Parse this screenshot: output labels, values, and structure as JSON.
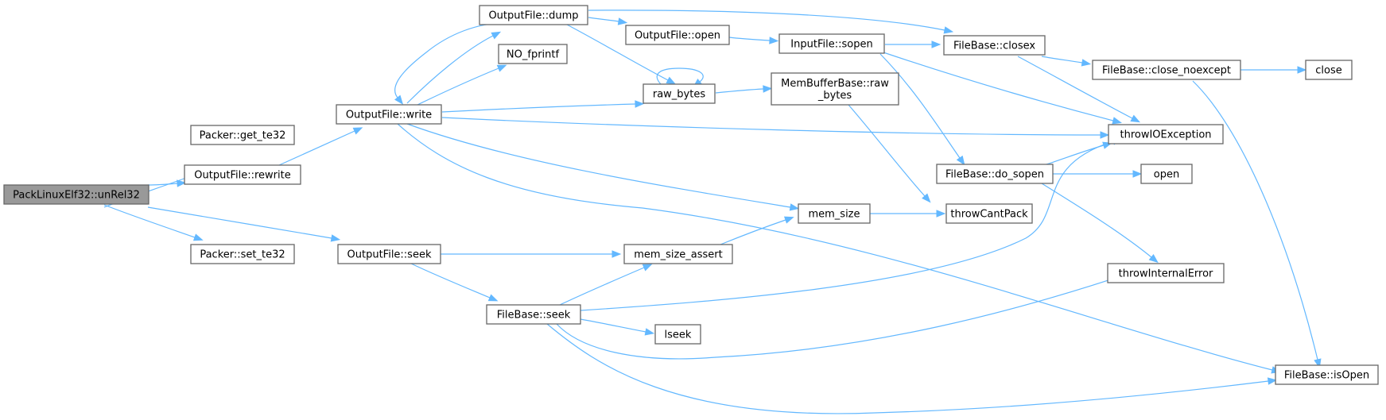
{
  "graph": {
    "colors": {
      "edge": "#63b8ff",
      "node_border": "#666666",
      "root_fill": "#999999",
      "node_fill": "#ffffff"
    },
    "nodes": [
      {
        "id": "unrel32",
        "label": "PackLinuxElf32::unRel32",
        "root": true
      },
      {
        "id": "get_te32",
        "label": "Packer::get_te32"
      },
      {
        "id": "rewrite",
        "label": "OutputFile::rewrite"
      },
      {
        "id": "set_te32",
        "label": "Packer::set_te32"
      },
      {
        "id": "of_write",
        "label": "OutputFile::write"
      },
      {
        "id": "of_seek",
        "label": "OutputFile::seek"
      },
      {
        "id": "of_dump",
        "label": "OutputFile::dump"
      },
      {
        "id": "no_fprintf",
        "label": "NO_fprintf"
      },
      {
        "id": "of_open",
        "label": "OutputFile::open"
      },
      {
        "id": "raw_bytes",
        "label": "raw_bytes"
      },
      {
        "id": "mbb_raw",
        "label": [
          "MemBufferBase::raw",
          "_bytes"
        ]
      },
      {
        "id": "if_sopen",
        "label": "InputFile::sopen"
      },
      {
        "id": "fb_closex",
        "label": "FileBase::closex"
      },
      {
        "id": "fb_close_noexcept",
        "label": "FileBase::close_noexcept"
      },
      {
        "id": "close",
        "label": "close"
      },
      {
        "id": "throwio",
        "label": "throwIOException"
      },
      {
        "id": "fb_do_sopen",
        "label": "FileBase::do_sopen"
      },
      {
        "id": "open",
        "label": "open"
      },
      {
        "id": "mem_size",
        "label": "mem_size"
      },
      {
        "id": "throwcantpack",
        "label": "throwCantPack"
      },
      {
        "id": "mem_size_assert",
        "label": "mem_size_assert"
      },
      {
        "id": "fb_seek",
        "label": "FileBase::seek"
      },
      {
        "id": "lseek",
        "label": "lseek"
      },
      {
        "id": "throwinternal",
        "label": "throwInternalError"
      },
      {
        "id": "fb_isopen",
        "label": "FileBase::isOpen"
      }
    ],
    "edges": [
      {
        "from": "unrel32",
        "to": "get_te32"
      },
      {
        "from": "unrel32",
        "to": "rewrite"
      },
      {
        "from": "unrel32",
        "to": "set_te32"
      },
      {
        "from": "unrel32",
        "to": "of_seek"
      },
      {
        "from": "rewrite",
        "to": "of_write"
      },
      {
        "from": "of_write",
        "to": "of_dump"
      },
      {
        "from": "of_dump",
        "to": "of_write"
      },
      {
        "from": "of_write",
        "to": "no_fprintf"
      },
      {
        "from": "of_write",
        "to": "raw_bytes"
      },
      {
        "from": "of_write",
        "to": "throwio"
      },
      {
        "from": "of_write",
        "to": "mem_size"
      },
      {
        "from": "of_write",
        "to": "fb_isopen"
      },
      {
        "from": "of_dump",
        "to": "of_open"
      },
      {
        "from": "of_dump",
        "to": "fb_closex"
      },
      {
        "from": "of_dump",
        "to": "raw_bytes"
      },
      {
        "from": "of_open",
        "to": "if_sopen"
      },
      {
        "from": "if_sopen",
        "to": "fb_closex"
      },
      {
        "from": "if_sopen",
        "to": "throwio"
      },
      {
        "from": "if_sopen",
        "to": "fb_do_sopen"
      },
      {
        "from": "raw_bytes",
        "to": "raw_bytes"
      },
      {
        "from": "raw_bytes",
        "to": "mbb_raw"
      },
      {
        "from": "mbb_raw",
        "to": "throwcantpack"
      },
      {
        "from": "fb_closex",
        "to": "fb_close_noexcept"
      },
      {
        "from": "fb_closex",
        "to": "throwio"
      },
      {
        "from": "fb_close_noexcept",
        "to": "close"
      },
      {
        "from": "fb_close_noexcept",
        "to": "fb_isopen"
      },
      {
        "from": "fb_do_sopen",
        "to": "throwio"
      },
      {
        "from": "fb_do_sopen",
        "to": "open"
      },
      {
        "from": "fb_do_sopen",
        "to": "throwinternal"
      },
      {
        "from": "mem_size",
        "to": "throwcantpack"
      },
      {
        "from": "of_seek",
        "to": "mem_size_assert"
      },
      {
        "from": "of_seek",
        "to": "fb_seek"
      },
      {
        "from": "mem_size_assert",
        "to": "mem_size"
      },
      {
        "from": "fb_seek",
        "to": "mem_size_assert"
      },
      {
        "from": "fb_seek",
        "to": "throwio"
      },
      {
        "from": "fb_seek",
        "to": "lseek"
      },
      {
        "from": "fb_seek",
        "to": "throwinternal"
      },
      {
        "from": "fb_seek",
        "to": "fb_isopen"
      }
    ]
  }
}
